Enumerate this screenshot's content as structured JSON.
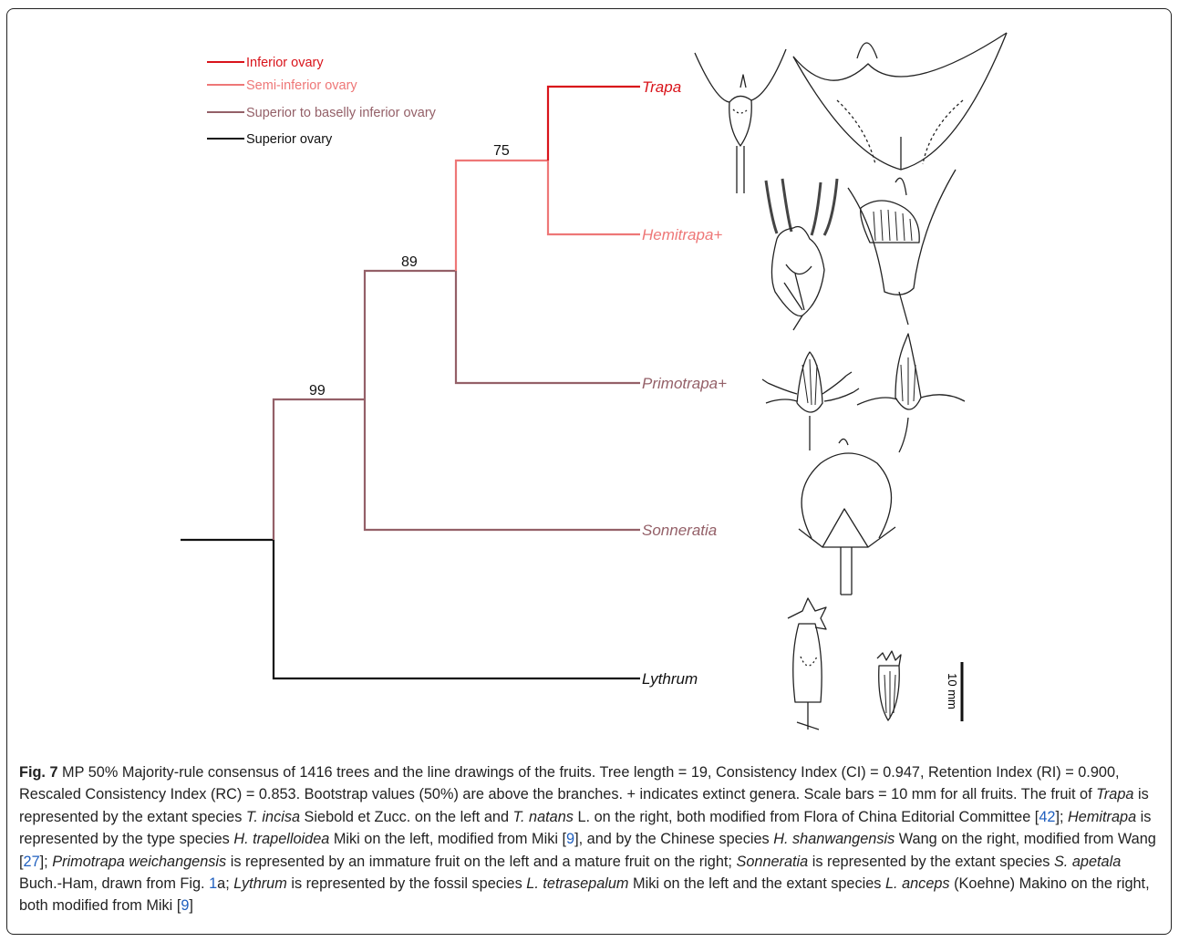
{
  "legend": [
    {
      "label": "Inferior ovary",
      "color": "#d9141b"
    },
    {
      "label": "Semi-inferior ovary",
      "color": "#ee7777"
    },
    {
      "label": "Superior to baselly inferior ovary",
      "color": "#946068"
    },
    {
      "label": "Superior ovary",
      "color": "#111111"
    }
  ],
  "taxa": [
    {
      "name": "Trapa",
      "ovary": "Inferior ovary"
    },
    {
      "name": "Hemitrapa+",
      "ovary": "Semi-inferior ovary"
    },
    {
      "name": "Primotrapa+",
      "ovary": "Superior to baselly inferior ovary"
    },
    {
      "name": "Sonneratia",
      "ovary": "Superior to baselly inferior ovary"
    },
    {
      "name": "Lythrum",
      "ovary": "Superior ovary"
    }
  ],
  "bootstrap": [
    "75",
    "89",
    "99"
  ],
  "scale_bar_label": "10 mm",
  "colors": {
    "inferior": "#d9141b",
    "semi": "#ee7777",
    "superior_basal": "#946068",
    "superior": "#111111"
  },
  "caption": {
    "fig_label": "Fig. 7",
    "t1": " MP 50% Majority-rule consensus of 1416 trees and the line drawings of the fruits. Tree length = 19, Consistency Index (CI) = 0.947, Retention Index (RI) = 0.900, Rescaled Consistency Index (RC) = 0.853. Bootstrap values (50%) are above the branches. + indicates extinct genera. Scale bars = 10 mm for all fruits. The fruit of ",
    "i1": "Trapa",
    "t2": " is represented by the extant species ",
    "i2": "T. incisa",
    "t3": " Siebold et Zucc. on the left and ",
    "i3": "T. natans",
    "t4": " L. on the right, both modified from Flora of China Editorial Committee [",
    "r1": "42",
    "t5": "]; ",
    "i4": "Hemitrapa",
    "t6": " is represented by the type species ",
    "i5": "H. trapelloidea",
    "t7": " Miki on the left, modified from Miki [",
    "r2": "9",
    "t8": "], and by the Chinese species ",
    "i6": "H. shanwangensis",
    "t9": " Wang on the right, modified from Wang [",
    "r3": "27",
    "t10": "]; ",
    "i7": "Primotrapa weichangensis",
    "t11": " is represented by an immature fruit on the left and a mature fruit on the right; ",
    "i8": "Sonneratia",
    "t12": " is represented by the extant species ",
    "i9": "S. apetala",
    "t13": " Buch.-Ham, drawn from Fig. ",
    "r4": "1",
    "t14": "a; ",
    "i10": "Lythrum",
    "t15": " is represented by the fossil species ",
    "i11": "L. tetrasepalum",
    "t16": " Miki on the left and the extant species ",
    "i12": "L. anceps",
    "t17": " (Koehne) Makino on the right, both modified from Miki [",
    "r5": "9",
    "t18": "]"
  }
}
